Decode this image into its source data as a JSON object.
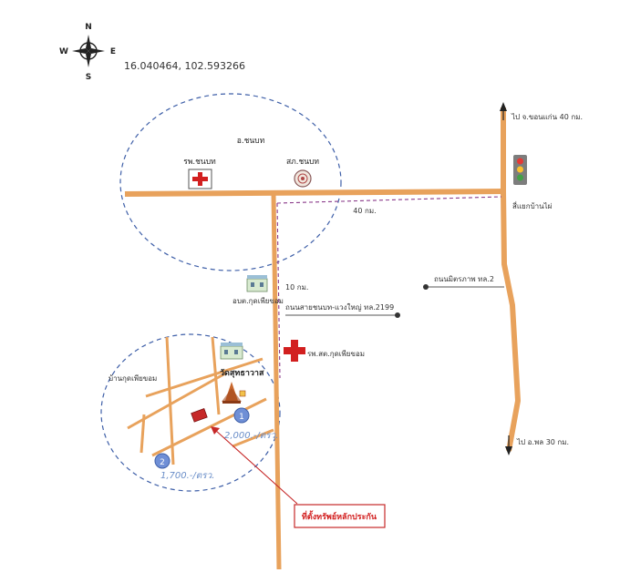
{
  "coordinates": "16.040464, 102.593266",
  "compass": {
    "n": "N",
    "s": "S",
    "e": "E",
    "w": "W"
  },
  "district_label": "อ.ชนบท",
  "hospital_chonnabot": "รพ.ชนบท",
  "police_station": "สภ.ชนบท",
  "road_to_khonkaen": "ไป จ.ขอนแก่น 40 กม.",
  "junction": "สี่แยกบ้านไผ่",
  "dist_40km": "40 กม.",
  "road_mittraphap": "ถนนมิตรภาพ ทล.2",
  "dist_10km": "10 กม.",
  "tao_office": "อบต.กุดเพียขอม",
  "road_2199": "ถนนสายชนบท-แวงใหญ่ ทล.2199",
  "health_hospital": "รพ.สต.กุดเพียขอม",
  "village": "บ้านกุดเพียขอม",
  "temple": "วัดสุทธาวาส",
  "zone1": "1",
  "zone2": "2",
  "price1": "2,000.-/ตรว.",
  "price2": "1,700.-/ตรว.",
  "road_to_phon": "ไป อ.พล 30 กม.",
  "collateral_label": "ที่ตั้งทรัพย์หลักประกัน",
  "colors": {
    "road": "#e8a25c",
    "dashed_circle": "#3e5fa8",
    "hospital_red": "#d21f1f",
    "route_dash": "#8a3a8a",
    "zone_badge": "#6f8fd6",
    "collateral": "#c62828",
    "traffic_light_body": "#7d7d7d"
  }
}
